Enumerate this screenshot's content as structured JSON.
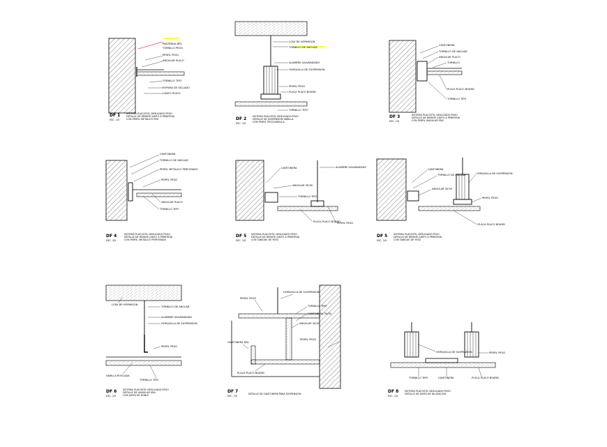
{
  "sheet": {
    "background": "#ffffff",
    "line_color": "#000000",
    "highlight_red": "#ff0000",
    "highlight_yellow": "#ffff00"
  },
  "details": [
    {
      "id": "df1",
      "caption": "DF 1",
      "scale": "ESC. 1/5",
      "notes": [
        "SISTEMA PLACOSTIL DESLIGADO PEGO",
        "DETALLE DE REMATE JUNTO A PERIFERIA",
        "CON PERFIL METALICO PDS"
      ],
      "labels": [
        "PANTENDA DRL",
        "TORNILLO PEGO",
        "PERFIL PEGO",
        "ANGULAR PLACO",
        "TORNILLO TIPO",
        "ESPUMA DE SELLADO",
        "CANTO PLACO"
      ]
    },
    {
      "id": "df2",
      "caption": "DF 2",
      "scale": "ESC. 1/5",
      "notes": [
        "SISTEMA PLACOSTIL DESLIGADO PEGO",
        "DETALLE DE SUSPENSION VARILLA",
        "CON PERFIL PEGO/VARILLA"
      ],
      "labels": [
        "LOSA DE HORMIGON",
        "TORNILLO DE ANCLAJE",
        "ALAMBRE GALVANIZADO",
        "HORQUILLA DE SUSPENSION",
        "PERFIL PEGO",
        "PLACA PLACO BOARD",
        "TORNILLO TIPO"
      ]
    },
    {
      "id": "df3",
      "caption": "DF 3",
      "scale": "ESC. 1/5",
      "notes": [
        "SISTEMA PLACOSTIL DESLIGADO PEGO",
        "DETALLE DE REMATE JUNTO A PERIFERIA",
        "CON PERFIL ANGULAR PDS"
      ],
      "labels": [
        "CANTONERA",
        "TORNILLO DE ANCLAJE",
        "ANGULAR PLACO",
        "TORNILLO",
        "PLACA PLACO BOARD",
        "TORNILLO TIPO"
      ]
    },
    {
      "id": "df4",
      "caption": "DF 4",
      "scale": "ESC. 1/5",
      "notes": [
        "SISTEMA PLACOSTIL DESLIGADO PEGO",
        "DETALLE DE REMATE JUNTO A PERIFERIA",
        "CON PERFIL METALICO PERFORADO"
      ],
      "labels": [
        "CANTONERA",
        "TORNILLO DE ANCLAJE",
        "PERFIL METALICO PERFORADO",
        "PERFIL PEGO",
        "ANGULAR PLACO",
        "TORNILLO TIPO"
      ]
    },
    {
      "id": "df5",
      "caption": "DF 5",
      "scale": "ESC. 1/5",
      "notes": [
        "SISTEMA PLACOSTIL DESLIGADO PEGO",
        "DETALLE DE REMATE JUNTO A PERIFERIA",
        "CON TABIQUE DE YESO"
      ],
      "labels": [
        "CANTONERA",
        "ALAMBRE GALVANIZADO",
        "ANGULAR 30/30",
        "TORNILLO TIPO",
        "PLACA PLACO BOARD",
        "PERFIL PEGO"
      ]
    },
    {
      "id": "df6",
      "caption": "DF 5",
      "scale": "ESC. 1/5",
      "notes": [
        "SISTEMA PLACOSTIL DESLIGADO PEGO",
        "DETALLE DE REMATE JUNTO A PERIFERIA",
        "CON TABIQUE DE YESO"
      ],
      "labels": [
        "CANTONERA",
        "TORNILLO DE ANCLAJE",
        "HORQUILLA DE SUSPENSION",
        "ANGULAR 30/30",
        "PERFIL PEGO",
        "PLACA PLACO BOARD"
      ]
    },
    {
      "id": "df7",
      "caption": "DF 6",
      "scale": "ESC. 1/5",
      "notes": [
        "SISTEMA PLACOSTIL DESLIGADO PEGO",
        "DETALLE DE UNION ALTURA",
        "CON JUNTA DE DOBLE"
      ],
      "labels": [
        "LOSA DE HORMIGON",
        "TORNILLO DE ANCLAJE",
        "ALAMBRE GALVANIZADO",
        "HORQUILLA DE SUSPENSION",
        "PERFIL PEGO",
        "VARILLA ROSCADA",
        "TORNILLO TIPO"
      ]
    },
    {
      "id": "df8",
      "caption": "DF 7",
      "scale": "ESC. 1/5",
      "notes": [
        "DETALLE DE CANTONERA PARA SUSPENSION"
      ],
      "labels": [
        "PERFIL PEGO",
        "HORQUILLA DE SUSPENSION",
        "TORNILLO TIPO",
        "CANTONERA 30/30",
        "ANGULAR 30/30",
        "PERFIL PEGO",
        "CANTONERA DRL",
        "PLACA PLACO BOARD"
      ]
    },
    {
      "id": "df9",
      "caption": "DF 8",
      "scale": "ESC. 1/5",
      "notes": [
        "SISTEMA PLACOSTIL DESLIGADO PEGO",
        "DETALLE DE JUNTA DE DILATACION"
      ],
      "labels": [
        "HORQUILLA DE SUSPENSION",
        "PERFIL PEGO",
        "TORNILLO TIPO",
        "CANTONERA",
        "PLACA PLACO BOARD"
      ]
    }
  ]
}
